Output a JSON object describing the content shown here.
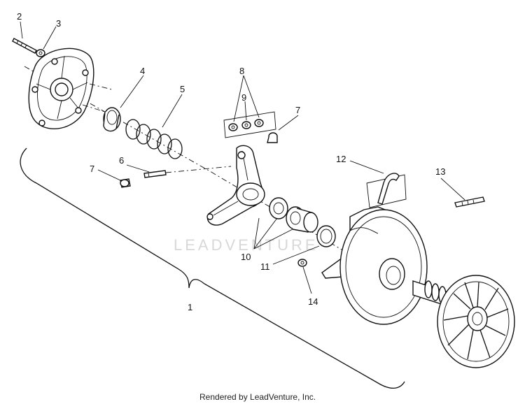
{
  "watermark": "LEADVENTURE",
  "credit": "Rendered by LeadVenture, Inc.",
  "callouts": [
    "1",
    "2",
    "3",
    "4",
    "5",
    "6",
    "7",
    "7",
    "8",
    "9",
    "10",
    "11",
    "12",
    "13",
    "14"
  ],
  "colors": {
    "line": "#111111",
    "background": "#ffffff",
    "watermark": "#d8d8d8"
  }
}
